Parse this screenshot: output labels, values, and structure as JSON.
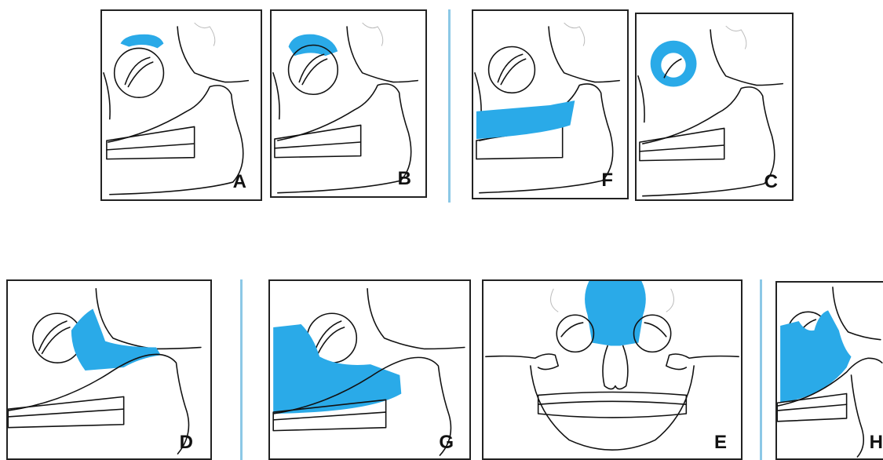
{
  "highlight_color": "#2aaae8",
  "panels": [
    {
      "label": "A"
    },
    {
      "label": "B"
    },
    {
      "label": "F"
    },
    {
      "label": "C"
    },
    {
      "label": "D"
    },
    {
      "label": "G"
    },
    {
      "label": "E"
    },
    {
      "label": "H"
    }
  ]
}
